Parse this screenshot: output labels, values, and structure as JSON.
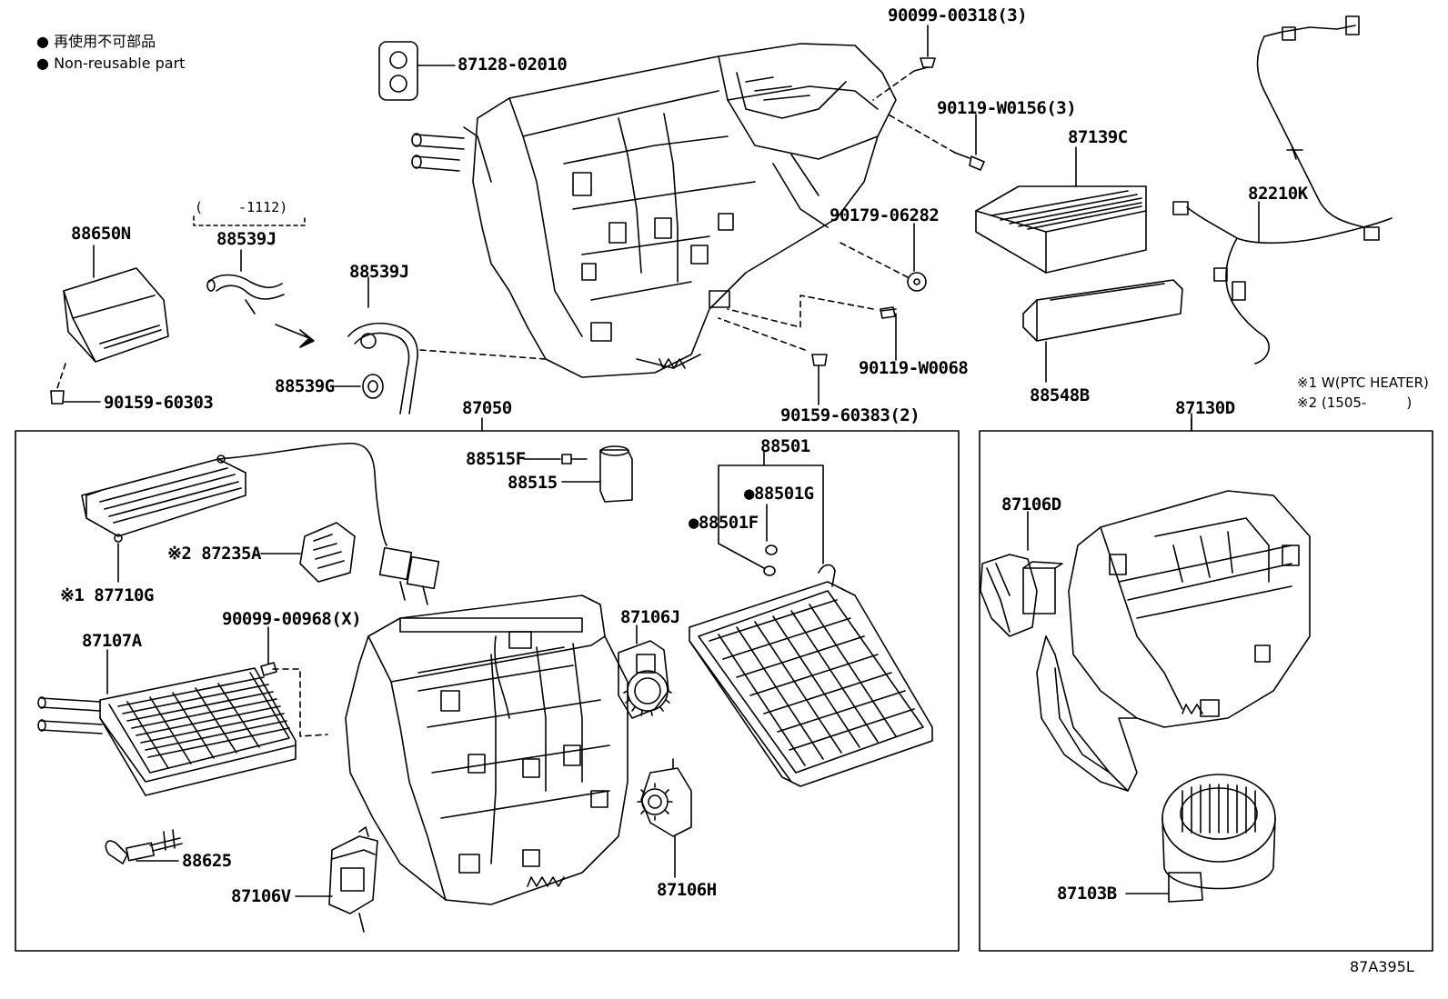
{
  "legend": {
    "bullet": "●",
    "japanese": "再使用不可部品",
    "english": "Non-reusable part"
  },
  "notes": {
    "note1": "※1 W(PTC HEATER)",
    "note2_prefix": "※2 (1505-",
    "note2_suffix": ")"
  },
  "labels": {
    "p87128": "87128-02010",
    "p90099_318": "90099-00318(3)",
    "p90119_w0156": "90119-W0156(3)",
    "p87139c": "87139C",
    "p82210k": "82210K",
    "p90179": "90179-06282",
    "p88650n": "88650N",
    "p88539j_bracket": "(　　 -1112)",
    "p88539j_a": "88539J",
    "p88539j_b": "88539J",
    "p88539g": "88539G",
    "p90159_60303": "90159-60303",
    "p90119_w0068": "90119-W0068",
    "p90159_60383": "90159-60383(2)",
    "p88548b": "88548B",
    "p87050": "87050",
    "p87130d": "87130D",
    "p88515f": "88515F",
    "p88515": "88515",
    "p88501": "88501",
    "p88501g": "●88501G",
    "p88501f": "●88501F",
    "p87235a": "※2 87235A",
    "p87710g": "※1 87710G",
    "p90099_968": "90099-00968(X)",
    "p87106j": "87106J",
    "p87107a": "87107A",
    "p88625": "88625",
    "p87106v": "87106V",
    "p87106h": "87106H",
    "p87106d": "87106D",
    "p87103b": "87103B",
    "ref": "87A395L"
  }
}
